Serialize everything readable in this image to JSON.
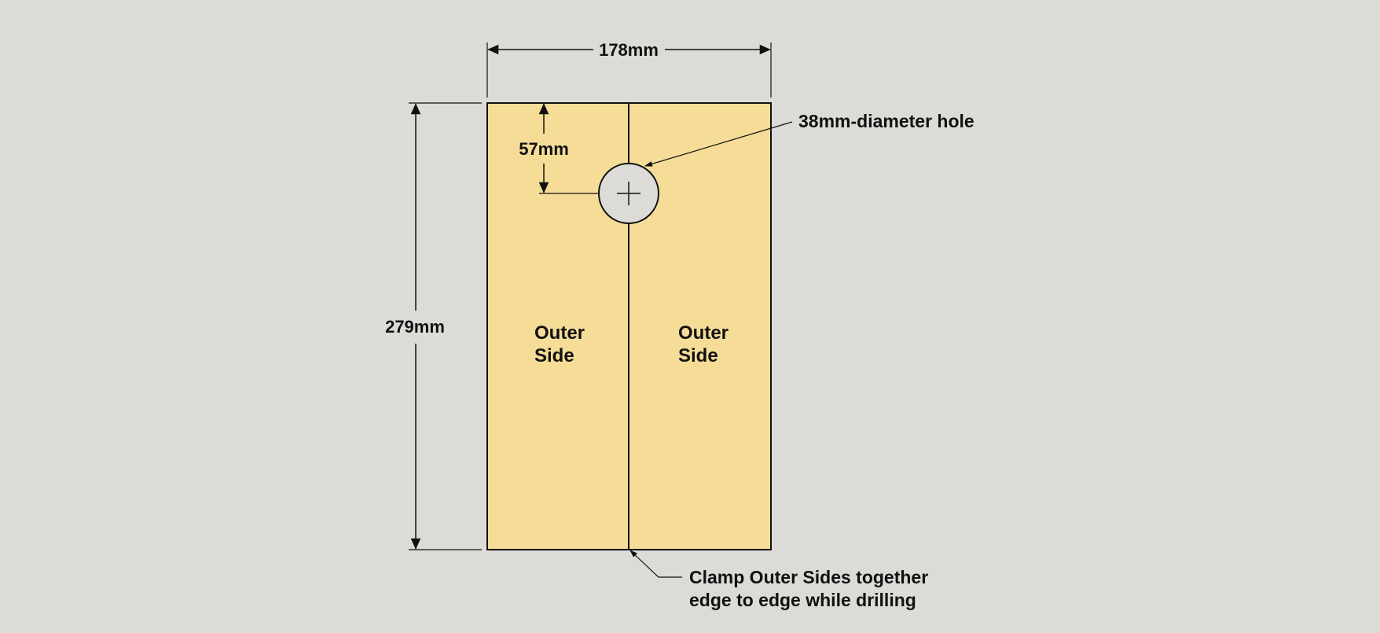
{
  "dimensions": {
    "width": "178mm",
    "height": "279mm",
    "hole_offset": "57mm"
  },
  "callouts": {
    "hole": "38mm-diameter hole",
    "clamp_line1": "Clamp Outer Sides together",
    "clamp_line2": "edge to edge while drilling"
  },
  "panels": {
    "left": {
      "line1": "Outer",
      "line2": "Side"
    },
    "right": {
      "line1": "Outer",
      "line2": "Side"
    }
  },
  "colors": {
    "background": "#dcdbd7",
    "board": "#f5dd98",
    "hole": "#dcdbd7",
    "line": "#111111"
  }
}
